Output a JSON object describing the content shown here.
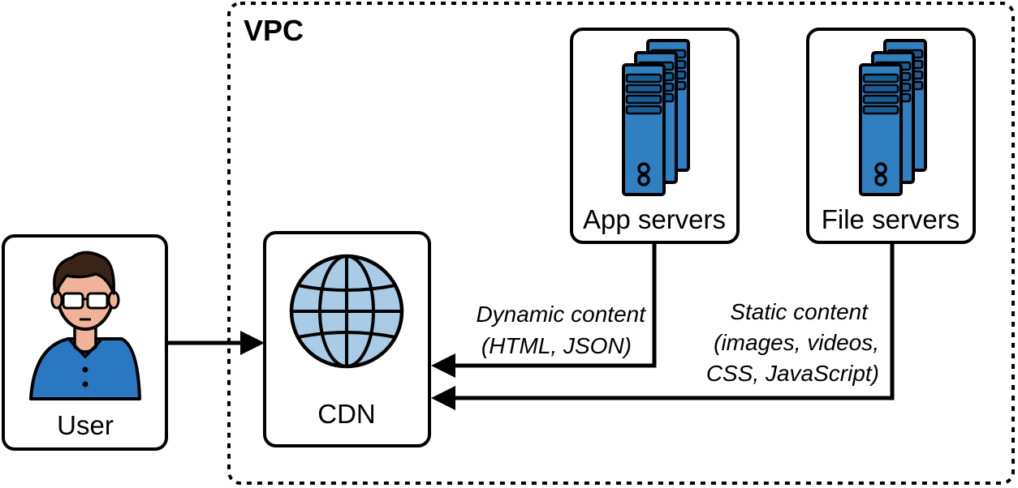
{
  "vpc": {
    "label": "VPC"
  },
  "user": {
    "label": "User"
  },
  "cdn": {
    "label": "CDN"
  },
  "app_servers": {
    "label": "App servers"
  },
  "file_servers": {
    "label": "File servers"
  },
  "dynamic_content": {
    "line1": "Dynamic content",
    "line2": "(HTML, JSON)"
  },
  "static_content": {
    "line1": "Static content",
    "line2": "(images, videos,",
    "line3": "CSS, JavaScript)"
  },
  "colors": {
    "server_blue": "#2f7fc1",
    "server_dark": "#1a5e96",
    "globe_fill": "#a9cbe6",
    "shirt_blue": "#2b78c2",
    "hair": "#3a2418",
    "skin": "#f1b29a"
  }
}
